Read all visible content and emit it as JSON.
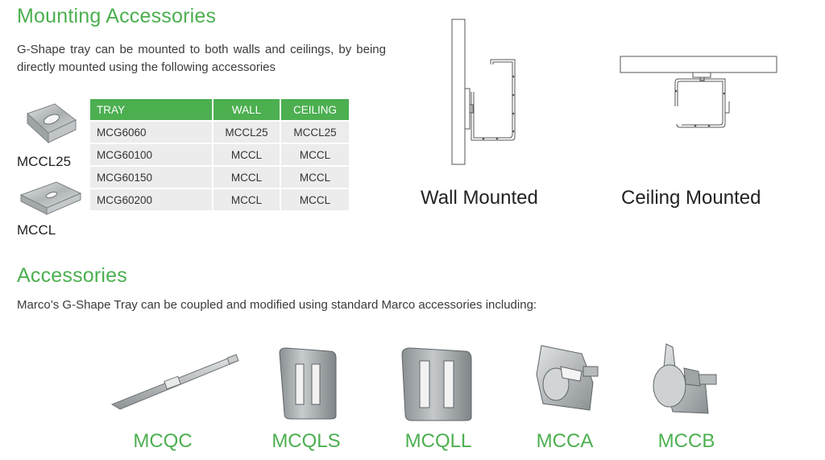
{
  "mounting": {
    "title": "Mounting Accessories",
    "description": "G-Shape tray can be mounted to both walls and ceilings, by being directly mounted using the following accessories",
    "products": [
      "MCCL25",
      "MCCL"
    ],
    "table": {
      "headers": [
        "TRAY",
        "WALL",
        "CEILING"
      ],
      "rows": [
        [
          "MCG6060",
          "MCCL25",
          "MCCL25"
        ],
        [
          "MCG60100",
          "MCCL",
          "MCCL"
        ],
        [
          "MCG60150",
          "MCCL",
          "MCCL"
        ],
        [
          "MCG60200",
          "MCCL",
          "MCCL"
        ]
      ]
    },
    "diagrams": {
      "wall": "Wall Mounted",
      "ceiling": "Ceiling Mounted"
    }
  },
  "accessories": {
    "title": "Accessories",
    "description": "Marco’s G-Shape Tray can be coupled and modified using standard Marco accessories including:",
    "items": [
      "MCQC",
      "MCQLS",
      "MCQLL",
      "MCCA",
      "MCCB"
    ]
  },
  "colors": {
    "accent": "#4caf50",
    "table_row": "#ececec"
  }
}
